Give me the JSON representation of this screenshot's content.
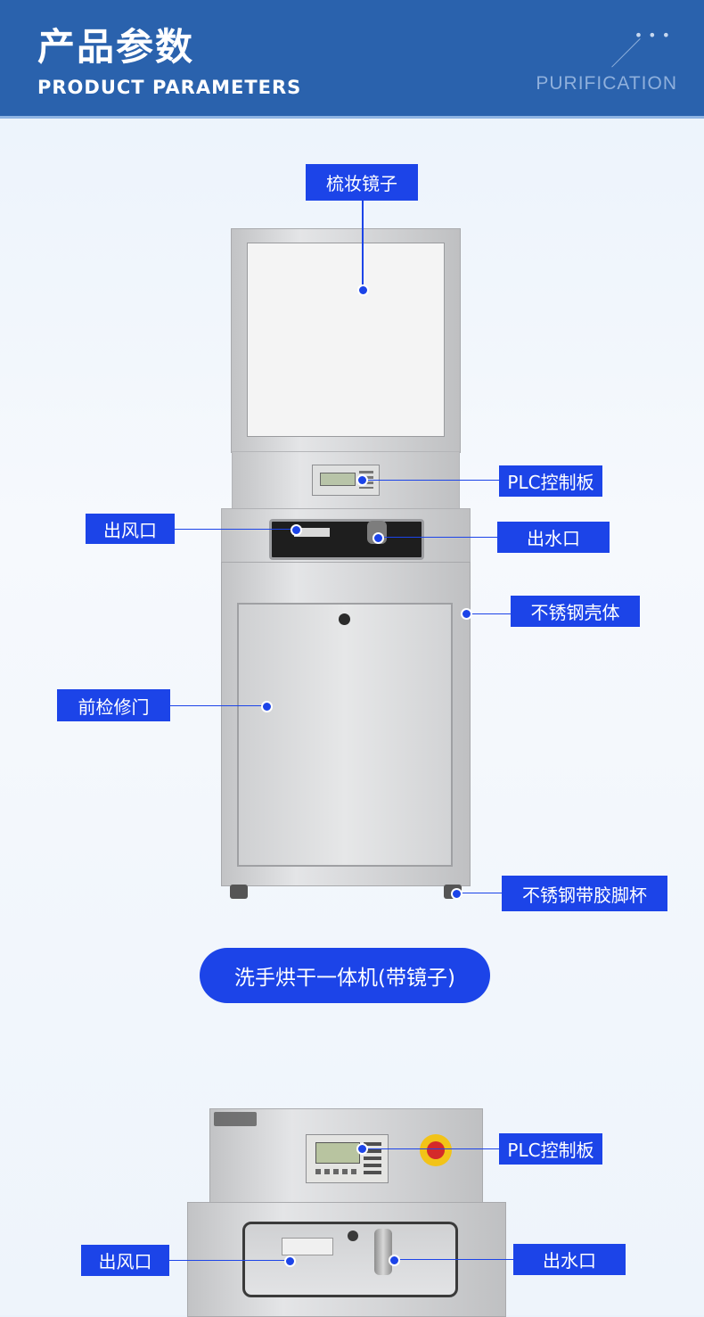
{
  "header": {
    "title": "产品参数",
    "subtitle": "PRODUCT PARAMETERS",
    "tagline": "PURIFICATION"
  },
  "labels": {
    "mirror": "梳妆镜子",
    "plc_top": "PLC控制板",
    "air_outlet_top": "出风口",
    "water_outlet_top": "出水口",
    "stainless_housing": "不锈钢壳体",
    "front_door": "前检修门",
    "rubber_feet": "不锈钢带胶脚杯",
    "plc_bottom": "PLC控制板",
    "air_outlet_bottom": "出风口",
    "water_outlet_bottom": "出水口"
  },
  "product_name": "洗手烘干一体机(带镜子)",
  "colors": {
    "header_bg": "#2a62ad",
    "accent": "#1c44e8",
    "background": "#eef4fb"
  }
}
